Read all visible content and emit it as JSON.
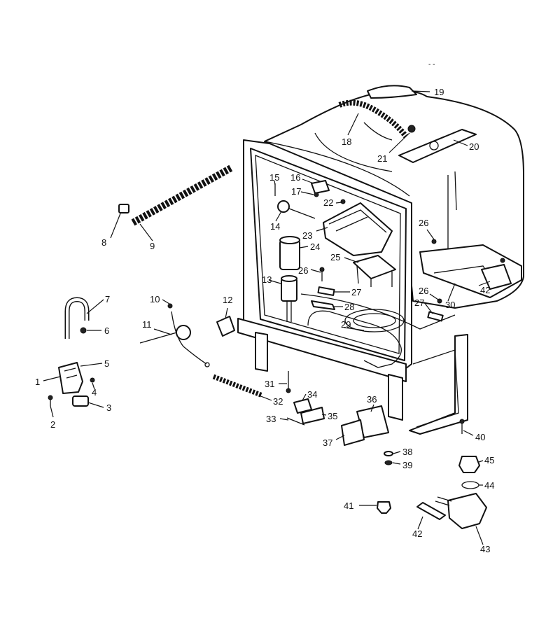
{
  "header_mark": "- -",
  "callouts": {
    "c1": "1",
    "c2": "2",
    "c3": "3",
    "c4": "4",
    "c5": "5",
    "c6": "6",
    "c7": "7",
    "c8": "8",
    "c9": "9",
    "c10": "10",
    "c11": "11",
    "c12": "12",
    "c13": "13",
    "c14": "14",
    "c15": "15",
    "c16": "16",
    "c17": "17",
    "c18": "18",
    "c19": "19",
    "c20": "20",
    "c21": "21",
    "c22": "22",
    "c23": "23",
    "c24": "24",
    "c25": "25",
    "c26a": "26",
    "c26b": "26",
    "c26c": "26",
    "c27a": "27",
    "c27b": "27",
    "c28": "28",
    "c29": "29",
    "c30": "30",
    "c31": "31",
    "c32": "32",
    "c33": "33",
    "c34": "34",
    "c35": "35",
    "c36": "36",
    "c37": "37",
    "c38": "38",
    "c39": "39",
    "c40": "40",
    "c41": "41",
    "c42a": "42",
    "c42b": "42",
    "c43": "43",
    "c44": "44",
    "c45": "45"
  }
}
